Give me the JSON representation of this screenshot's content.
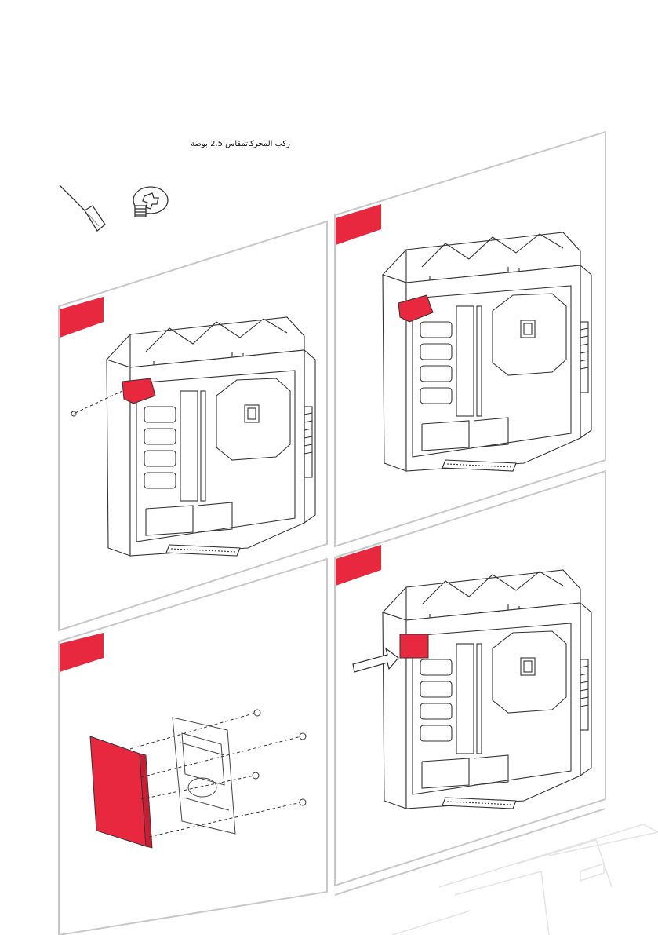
{
  "header": {
    "instruction": "ركب المحركاتمقاس 2,5 بوصة"
  },
  "tools": {
    "items": [
      {
        "icon": "screwdriver-icon"
      },
      {
        "icon": "screw-icon"
      }
    ]
  },
  "steps": [
    {
      "panel": "top-left",
      "badge_color": "#e8283f",
      "illustration": "case-with-drive-bay-removed"
    },
    {
      "panel": "top-right",
      "badge_color": "#e8283f",
      "illustration": "case-drive-bay-pull-out"
    },
    {
      "panel": "bottom-left",
      "badge_color": "#e8283f",
      "illustration": "drive-mount-screws"
    },
    {
      "panel": "bottom-right",
      "badge_color": "#e8283f",
      "illustration": "case-drive-bay-insert"
    }
  ],
  "colors": {
    "accent": "#e8283f",
    "panel_border": "#c8c8c8",
    "line": "#333333"
  }
}
